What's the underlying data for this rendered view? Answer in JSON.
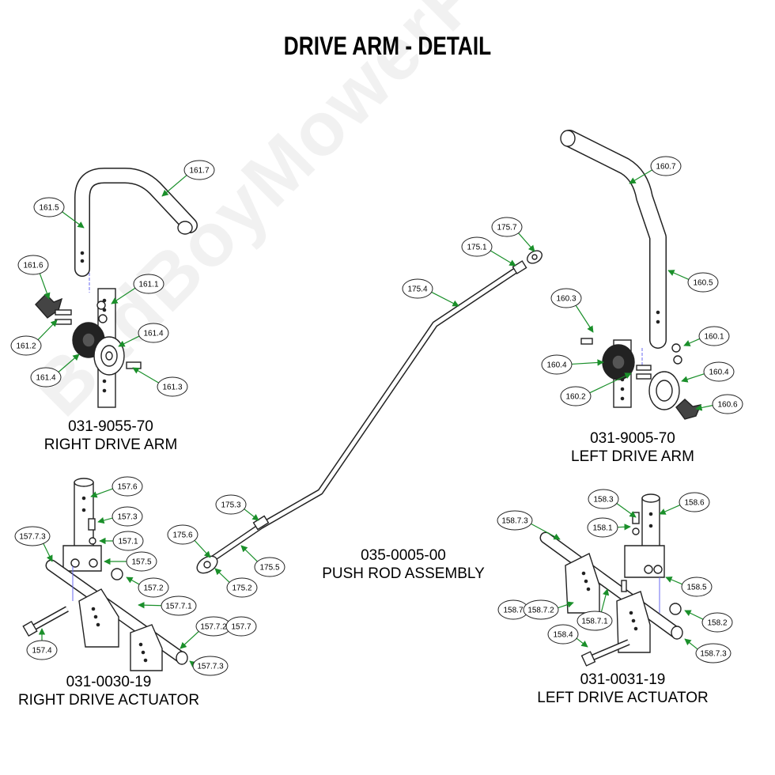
{
  "title": "DRIVE ARM - DETAIL",
  "watermark": "BadBoyMowerParts.com",
  "accent_color": "#1a8f2a",
  "captions": {
    "right_drive_arm": {
      "part": "031-9055-70",
      "name": "RIGHT DRIVE ARM"
    },
    "left_drive_arm": {
      "part": "031-9005-70",
      "name": "LEFT DRIVE ARM"
    },
    "push_rod": {
      "part": "035-0005-00",
      "name": "PUSH ROD ASSEMBLY"
    },
    "right_actuator": {
      "part": "031-0030-19",
      "name": "RIGHT DRIVE ACTUATOR"
    },
    "left_actuator": {
      "part": "031-0031-19",
      "name": "LEFT DRIVE ACTUATOR"
    }
  },
  "callouts": [
    "161.7",
    "161.5",
    "161.6",
    "161.1",
    "161.2",
    "161.4",
    "161.4",
    "161.3",
    "175.7",
    "175.1",
    "175.4",
    "175.3",
    "175.6",
    "175.5",
    "175.2",
    "160.7",
    "160.5",
    "160.3",
    "160.1",
    "160.4",
    "160.4",
    "160.2",
    "160.6",
    "157.6",
    "157.3",
    "157.7.3",
    "157.1",
    "157.5",
    "157.2",
    "157.7.1",
    "157.4",
    "157.7.2",
    "157.7",
    "157.7.3",
    "158.3",
    "158.6",
    "158.7.3",
    "158.1",
    "158.5",
    "158.7",
    "158.7.2",
    "158.7.1",
    "158.2",
    "158.4",
    "158.7.3"
  ]
}
